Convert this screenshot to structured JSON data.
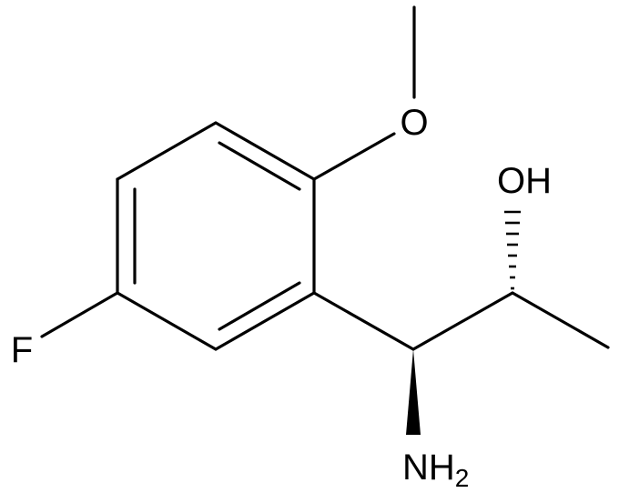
{
  "molecule": {
    "atoms": {
      "fluorine": "F",
      "methoxy_oxygen": "O",
      "hydroxyl": "OH",
      "amine_main": "NH",
      "amine_subscript": "2"
    }
  },
  "colors": {
    "bond": "#000000",
    "label": "#000000",
    "background": "#ffffff"
  }
}
